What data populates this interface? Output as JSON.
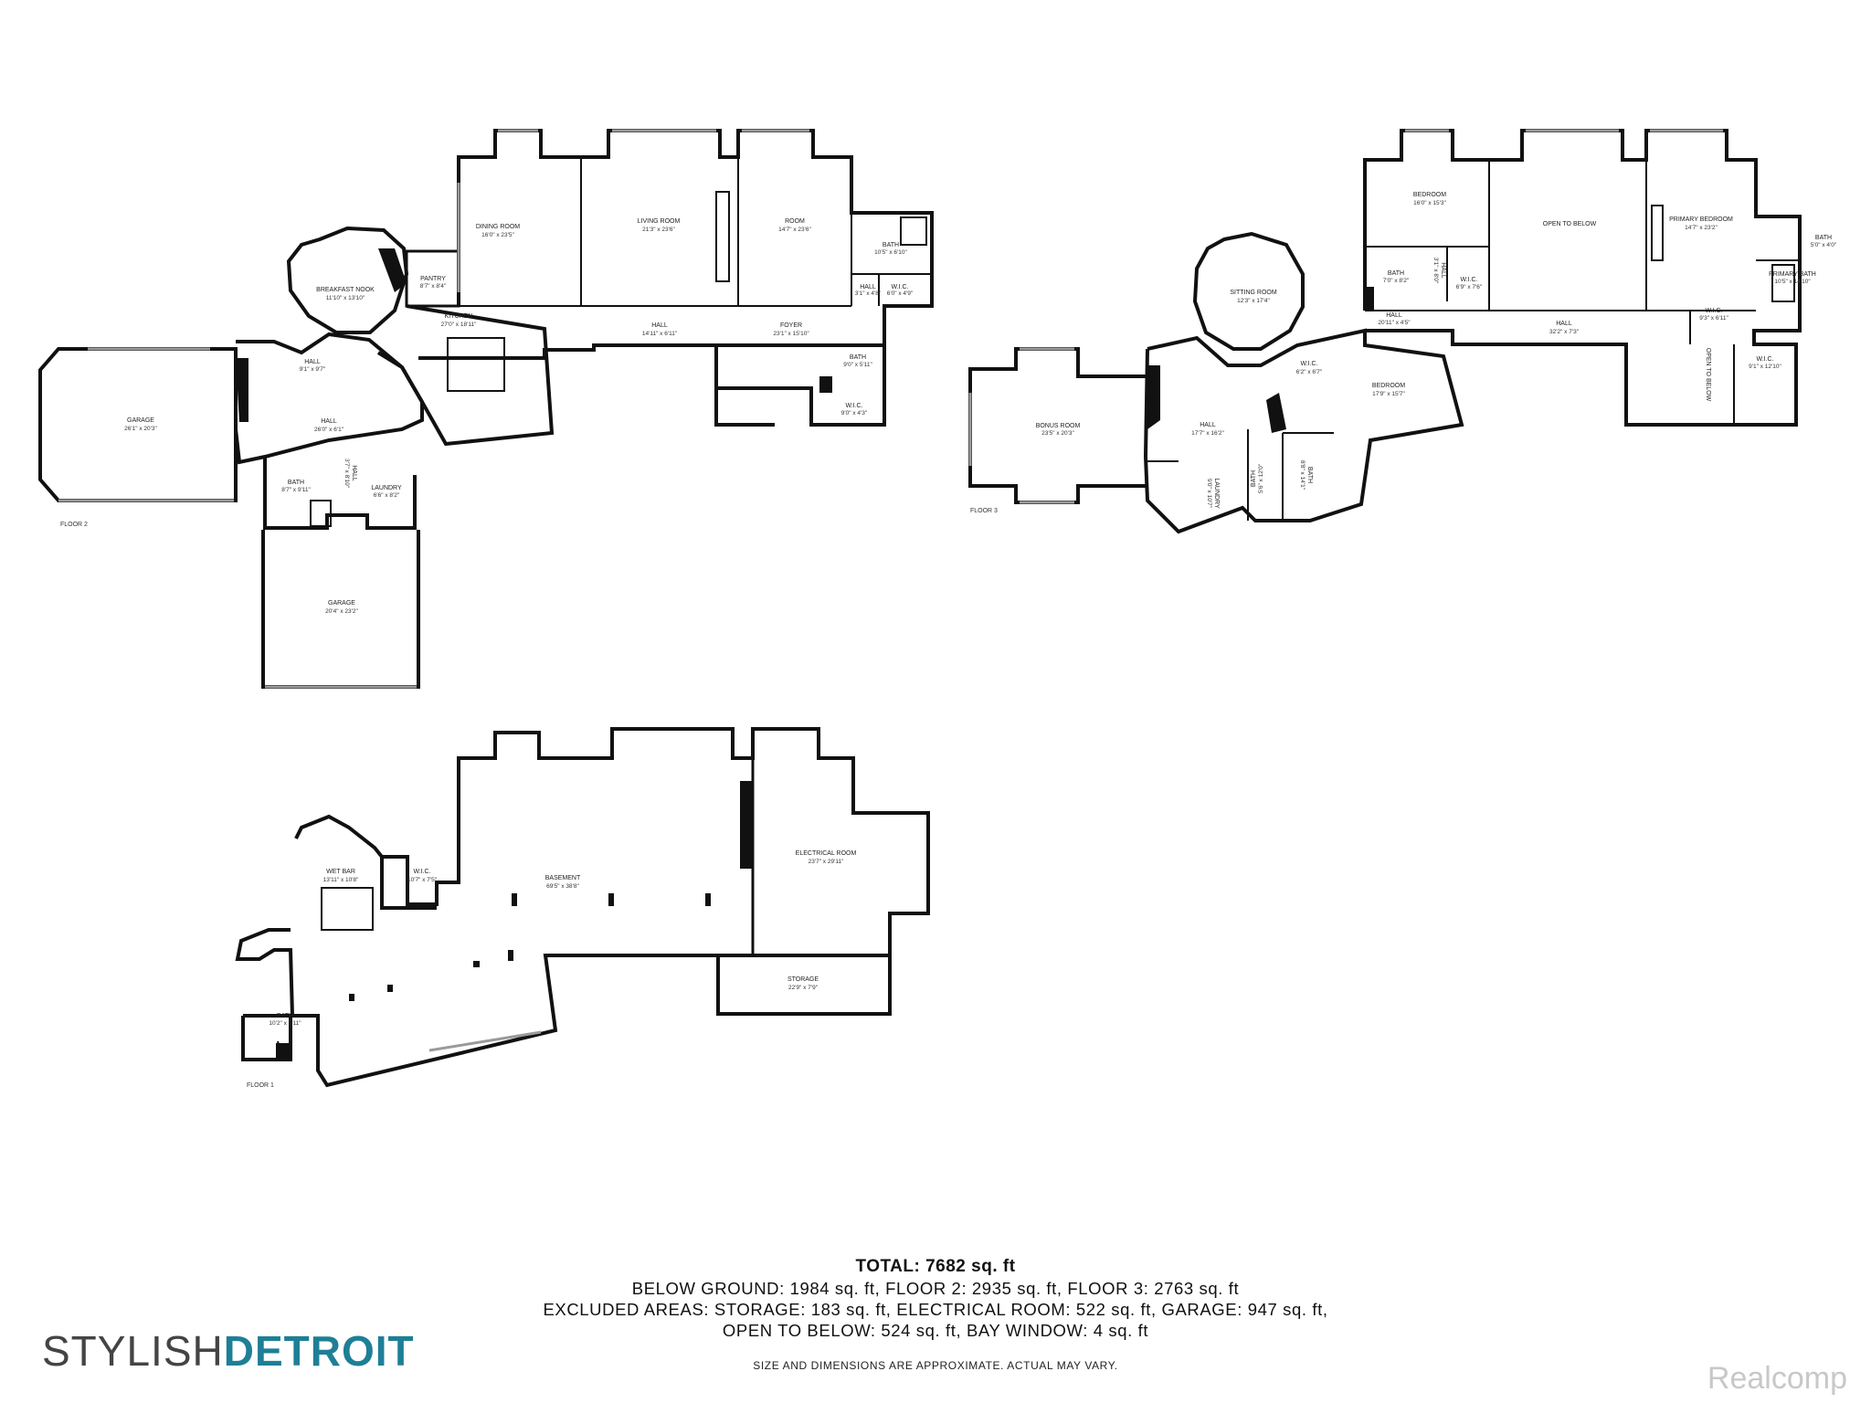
{
  "floors": {
    "floor2": {
      "label": "FLOOR 2",
      "rooms": [
        {
          "name": "DINING ROOM",
          "dims": "16'0\" x 23'5\""
        },
        {
          "name": "LIVING ROOM",
          "dims": "21'3\" x 23'6\""
        },
        {
          "name": "ROOM",
          "dims": "14'7\" x 23'6\""
        },
        {
          "name": "BATH",
          "dims": "10'5\" x 6'10\""
        },
        {
          "name": "HALL",
          "dims": "3'1\" x 4'8\""
        },
        {
          "name": "W.I.C.",
          "dims": "6'0\" x 4'9\""
        },
        {
          "name": "BREAKFAST NOOK",
          "dims": "11'10\" x 13'10\""
        },
        {
          "name": "PANTRY",
          "dims": "8'7\" x 8'4\""
        },
        {
          "name": "KITCHEN",
          "dims": "27'0\" x 18'11\""
        },
        {
          "name": "HALL",
          "dims": "14'11\" x 6'11\""
        },
        {
          "name": "FOYER",
          "dims": "23'1\" x 15'10\""
        },
        {
          "name": "BATH",
          "dims": "9'0\" x 5'11\""
        },
        {
          "name": "W.I.C.",
          "dims": "9'0\" x 4'3\""
        },
        {
          "name": "HALL",
          "dims": "9'1\" x 9'7\""
        },
        {
          "name": "GARAGE",
          "dims": "26'1\" x 20'3\""
        },
        {
          "name": "HALL",
          "dims": "26'0\" x 6'1\""
        },
        {
          "name": "BATH",
          "dims": "8'7\" x 9'11\""
        },
        {
          "name": "HALL",
          "dims": "3'7\" x 8'10\""
        },
        {
          "name": "LAUNDRY",
          "dims": "6'6\" x 8'2\""
        },
        {
          "name": "GARAGE",
          "dims": "20'4\" x 23'2\""
        }
      ]
    },
    "floor3": {
      "label": "FLOOR 3",
      "rooms": [
        {
          "name": "BEDROOM",
          "dims": "16'0\" x 15'3\""
        },
        {
          "name": "OPEN TO BELOW",
          "dims": ""
        },
        {
          "name": "PRIMARY BEDROOM",
          "dims": "14'7\" x 23'2\""
        },
        {
          "name": "BATH",
          "dims": "5'0\" x 4'0\""
        },
        {
          "name": "PRIMARY BATH",
          "dims": "10'5\" x 14'10\""
        },
        {
          "name": "BATH",
          "dims": "7'0\" x 8'2\""
        },
        {
          "name": "HALL",
          "dims": "3'1\" x 8'0\""
        },
        {
          "name": "W.I.C.",
          "dims": "6'9\" x 7'6\""
        },
        {
          "name": "SITTING ROOM",
          "dims": "12'3\" x 17'4\""
        },
        {
          "name": "HALL",
          "dims": "20'11\" x 4'5\""
        },
        {
          "name": "HALL",
          "dims": "32'2\" x 7'3\""
        },
        {
          "name": "W.I.C.",
          "dims": "9'3\" x 6'11\""
        },
        {
          "name": "W.I.C.",
          "dims": "9'1\" x 12'10\""
        },
        {
          "name": "OPEN TO BELOW",
          "dims": ""
        },
        {
          "name": "W.I.C.",
          "dims": "6'2\" x 6'7\""
        },
        {
          "name": "BEDROOM",
          "dims": "17'9\" x 15'7\""
        },
        {
          "name": "BONUS ROOM",
          "dims": "23'5\" x 20'3\""
        },
        {
          "name": "HALL",
          "dims": "17'7\" x 16'2\""
        },
        {
          "name": "LAUNDRY",
          "dims": "9'0\" x 10'7\""
        },
        {
          "name": "BATH",
          "dims": "5'6\" x 12'0\""
        },
        {
          "name": "BATH",
          "dims": "8'8\" x 14'1\""
        }
      ]
    },
    "floor1": {
      "label": "FLOOR 1",
      "rooms": [
        {
          "name": "WET BAR",
          "dims": "13'11\" x 10'8\""
        },
        {
          "name": "W.I.C.",
          "dims": "10'7\" x 7'5\""
        },
        {
          "name": "BASEMENT",
          "dims": "69'5\" x 38'8\""
        },
        {
          "name": "ELECTRICAL ROOM",
          "dims": "23'7\" x 29'11\""
        },
        {
          "name": "STORAGE",
          "dims": "22'9\" x 7'9\""
        },
        {
          "name": "BATH",
          "dims": "10'2\" x 5'11\""
        }
      ]
    }
  },
  "summary": {
    "total": "TOTAL: 7682 sq. ft",
    "line1": "BELOW GROUND: 1984 sq. ft, FLOOR 2: 2935 sq. ft, FLOOR 3: 2763 sq. ft",
    "line2": "EXCLUDED AREAS: STORAGE: 183 sq. ft, ELECTRICAL ROOM: 522 sq. ft, GARAGE: 947 sq. ft,",
    "line3": "OPEN TO BELOW: 524 sq. ft, BAY WINDOW: 4 sq. ft",
    "disclaimer": "SIZE AND DIMENSIONS ARE APPROXIMATE. ACTUAL MAY VARY."
  },
  "branding": {
    "stylish_part": "STYLISH",
    "detroit_part": "DETROIT",
    "watermark": "Realcomp",
    "brand_color": "#1e7f96"
  },
  "colors": {
    "wall": "#111111",
    "window": "#9a9a9a",
    "background": "#ffffff"
  }
}
